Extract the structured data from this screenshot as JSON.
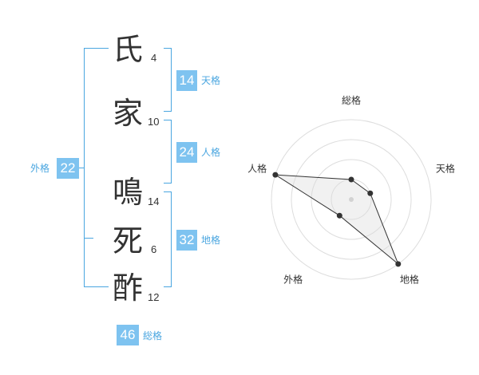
{
  "characters": [
    {
      "char": "氏",
      "strokes": "4"
    },
    {
      "char": "家",
      "strokes": "10"
    },
    {
      "char": "鳴",
      "strokes": "14"
    },
    {
      "char": "死",
      "strokes": "6"
    },
    {
      "char": "酢",
      "strokes": "12"
    }
  ],
  "fortunes": {
    "tenkaku": {
      "value": "14",
      "label": "天格"
    },
    "jinkaku": {
      "value": "24",
      "label": "人格"
    },
    "chikaku": {
      "value": "32",
      "label": "地格"
    },
    "gaikaku": {
      "value": "22",
      "label": "外格"
    },
    "soukaku": {
      "value": "46",
      "label": "総格"
    }
  },
  "colors": {
    "accent": "#7ec3f0",
    "bracket": "#4aa6e0",
    "text": "#333333"
  },
  "chart_data": {
    "type": "radar",
    "axes": [
      "総格",
      "天格",
      "地格",
      "外格",
      "人格"
    ],
    "values": [
      0.25,
      0.25,
      1.0,
      0.25,
      1.0
    ],
    "rings": 4
  }
}
